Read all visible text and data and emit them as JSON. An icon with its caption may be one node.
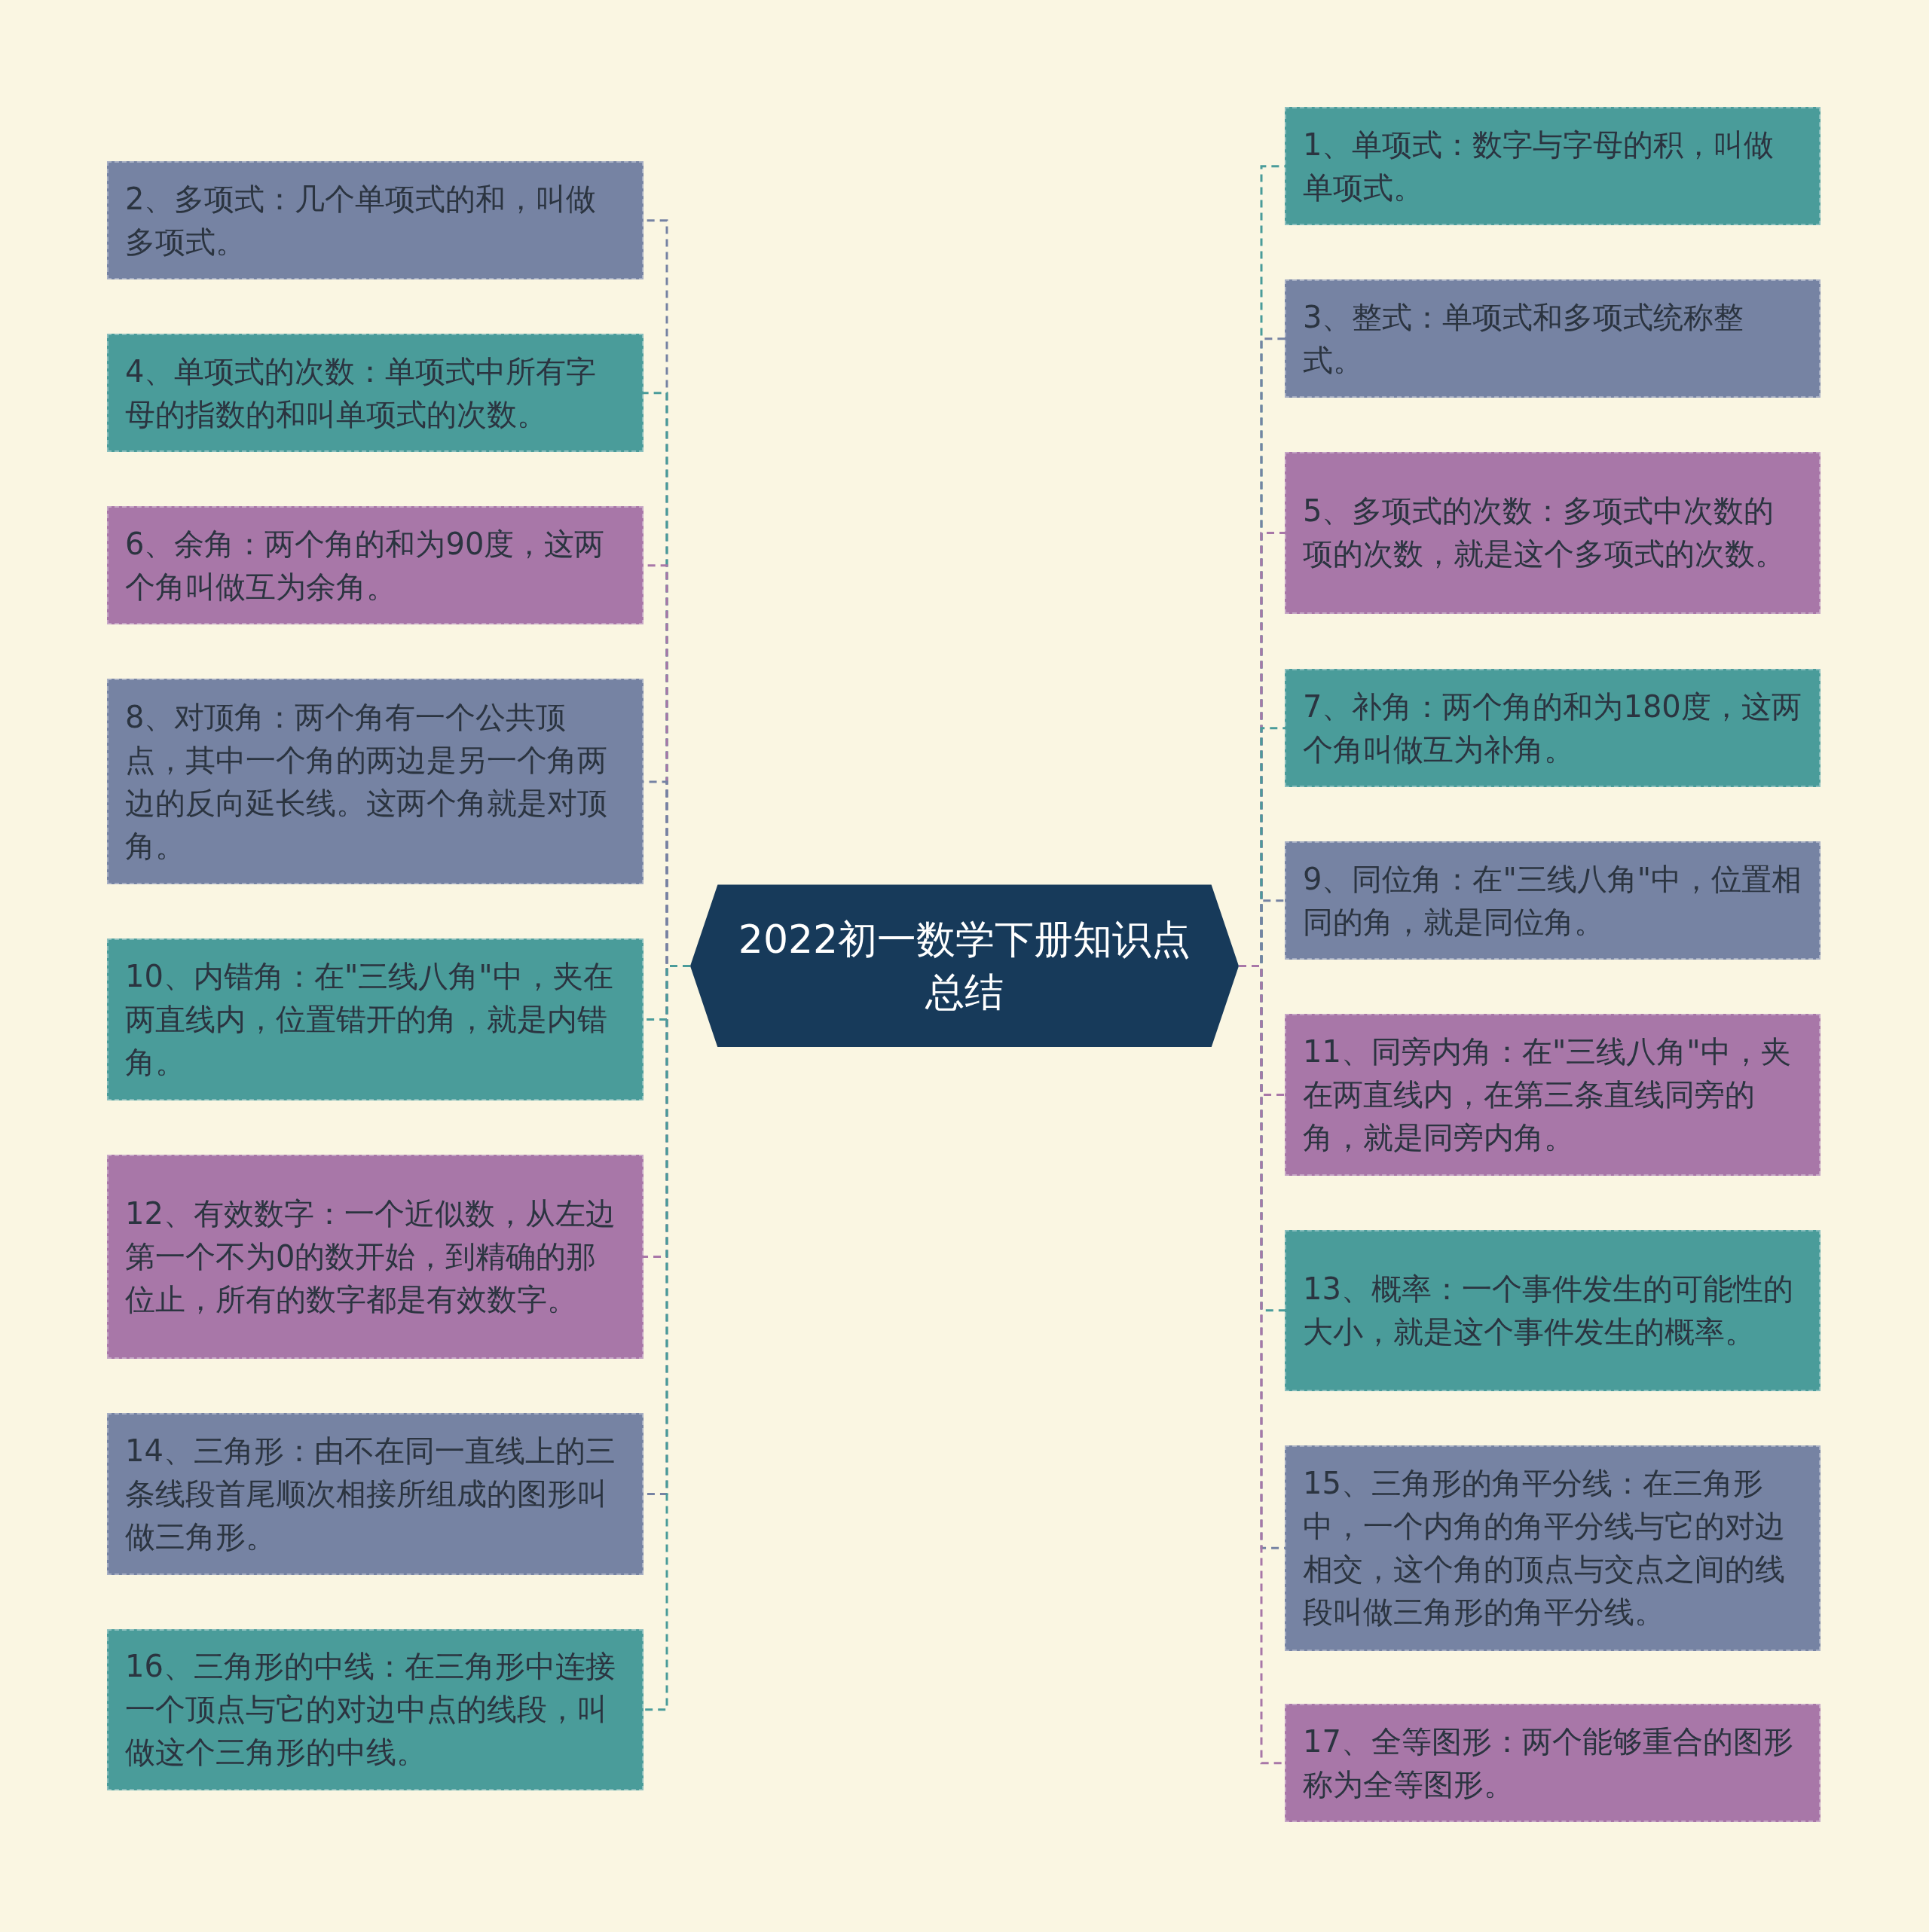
{
  "diagram": {
    "nodes": [
      {
        "text": [
          "2022初一数学下册知识点总结"
        ]
      },
      {
        "text": [
          "1、单项式：数字与字母的积，叫做单项式。"
        ]
      },
      {
        "text": [
          "2、多项式：几个单项式的和，叫做多项式。"
        ]
      },
      {
        "text": [
          "3、整式：单项式和多项式统称整式。"
        ]
      },
      {
        "text": [
          "4、单项式的次数：单项式中所有字母的指数的和叫单项式的次数。"
        ]
      },
      {
        "text": [
          "5、多项式的次数：多项式中次数的项的次数，就是这个多项式的次数。"
        ]
      },
      {
        "text": [
          "6、余角：两个角的和为90度，这两个角叫做互为余角。"
        ]
      },
      {
        "text": [
          "7、补角：两个角的和为180度，这两个角叫做互为补角。"
        ]
      },
      {
        "text": [
          "8、对顶角：两个角有一个公共顶点，其中一个角的两边是另一个角两边的反向延长线。这两个角就是对顶角。"
        ]
      },
      {
        "text": [
          "9、同位角：在\"三线八角\"中，位置相同的角，就是同位角。"
        ]
      },
      {
        "text": [
          "10、内错角：在\"三线八角\"中，夹在两直线内，位置错开的角，就是内错角。"
        ]
      },
      {
        "text": [
          "11、同旁内角：在\"三线八角\"中，夹在两直线内，在第三条直线同旁的角，就是同旁内角。"
        ]
      },
      {
        "text": [
          "12、有效数字：一个近似数，从左边第一个不为0的数开始，到精确的那位止，所有的数字都是有效数字。"
        ]
      },
      {
        "text": [
          "13、概率：一个事件发生的可能性的大小，就是这个事件发生的概率。"
        ]
      },
      {
        "text": [
          "14、三角形：由不在同一直线上的三条线段首尾顺次相接所组成的图形叫做三角形。"
        ]
      },
      {
        "text": [
          "15、三角形的角平分线：在三角形中，一个内角的角平分线与它的对边相交，这个角的顶点与交点之间的线段叫做三角形的角平分线。"
        ]
      },
      {
        "text": [
          "16、三角形的中线：在三角形中连接一个顶点与它的对边中点的线段，叫做这个三角形的中线。"
        ]
      },
      {
        "text": [
          "17、全等图形：两个能够重合的图形称为全等图形。"
        ]
      }
    ],
    "edges": [
      {
        "from": 0,
        "to": 1,
        "arrow": "none",
        "style": "dashed",
        "color": "#4a9c9a"
      },
      {
        "from": 0,
        "to": 2,
        "arrow": "none",
        "style": "dashed",
        "color": "#7683a3"
      },
      {
        "from": 0,
        "to": 3,
        "arrow": "none",
        "style": "dashed",
        "color": "#7683a3"
      },
      {
        "from": 0,
        "to": 4,
        "arrow": "none",
        "style": "dashed",
        "color": "#4a9c9a"
      },
      {
        "from": 0,
        "to": 5,
        "arrow": "none",
        "style": "dashed",
        "color": "#a877a8"
      },
      {
        "from": 0,
        "to": 6,
        "arrow": "none",
        "style": "dashed",
        "color": "#a877a8"
      },
      {
        "from": 0,
        "to": 7,
        "arrow": "none",
        "style": "dashed",
        "color": "#4a9c9a"
      },
      {
        "from": 0,
        "to": 8,
        "arrow": "none",
        "style": "dashed",
        "color": "#7683a3"
      },
      {
        "from": 0,
        "to": 9,
        "arrow": "none",
        "style": "dashed",
        "color": "#7683a3"
      },
      {
        "from": 0,
        "to": 10,
        "arrow": "none",
        "style": "dashed",
        "color": "#4a9c9a"
      },
      {
        "from": 0,
        "to": 11,
        "arrow": "none",
        "style": "dashed",
        "color": "#a877a8"
      },
      {
        "from": 0,
        "to": 12,
        "arrow": "none",
        "style": "dashed",
        "color": "#a877a8"
      },
      {
        "from": 0,
        "to": 13,
        "arrow": "none",
        "style": "dashed",
        "color": "#4a9c9a"
      },
      {
        "from": 0,
        "to": 14,
        "arrow": "none",
        "style": "dashed",
        "color": "#7683a3"
      },
      {
        "from": 0,
        "to": 15,
        "arrow": "none",
        "style": "dashed",
        "color": "#7683a3"
      },
      {
        "from": 0,
        "to": 16,
        "arrow": "none",
        "style": "dashed",
        "color": "#4a9c9a"
      },
      {
        "from": 0,
        "to": 17,
        "arrow": "none",
        "style": "dashed",
        "color": "#a877a8"
      }
    ]
  }
}
